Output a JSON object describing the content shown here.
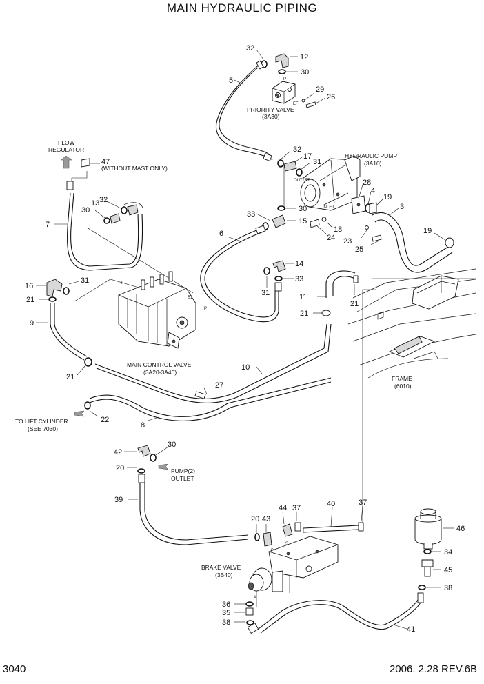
{
  "page": {
    "title": "MAIN HYDRAULIC PIPING",
    "page_number": "3040",
    "revision": "2006. 2.28 REV.6B"
  },
  "component_labels": {
    "priority_valve": "PRIORITY VALVE",
    "priority_valve_ref": "(3A30)",
    "flow_regulator": "FLOW",
    "flow_regulator_2": "REGULATOR",
    "without_mast": "(WITHOUT MAST ONLY)",
    "hydraulic_pump": "HYDRAULIC PUMP",
    "hydraulic_pump_ref": "(3A10)",
    "main_control_valve": "MAIN CONTROL VALVE",
    "main_control_valve_ref": "(3A20-3A40)",
    "frame": "FRAME",
    "frame_ref": "(6010)",
    "to_lift_cylinder": "TO LIFT CYLINDER",
    "to_lift_cylinder_ref": "(SEE 7030)",
    "pump2": "PUMP(2)",
    "pump2_outlet": "OUTLET",
    "brake_valve": "BRAKE VALVE",
    "brake_valve_ref": "(3B40)"
  },
  "port_marks": {
    "outlet": "OUTLET",
    "inlet": "INLET",
    "p": "P",
    "ef": "EF",
    "t": "T",
    "b1": "B1",
    "mcv_p": "P",
    "bv_p": "P",
    "bv_s": "S",
    "bv_a": "A"
  },
  "callouts": {
    "c32a": "32",
    "c12": "12",
    "c30a": "30",
    "c5": "5",
    "c29": "29",
    "c26": "26",
    "c32b": "32",
    "c17": "17",
    "c31a": "31",
    "c47": "47",
    "c13": "13",
    "c32c": "32",
    "c30b": "30",
    "c7": "7",
    "c28": "28",
    "c4": "4",
    "c19a": "19",
    "c3": "3",
    "c30c": "30",
    "c33a": "33",
    "c15": "15",
    "c18": "18",
    "c24": "24",
    "c23": "23",
    "c25": "25",
    "c19b": "19",
    "c6": "6",
    "c14": "14",
    "c33b": "33",
    "c31b": "31",
    "c16": "16",
    "c31c": "31",
    "c21a": "21",
    "c9": "9",
    "c11": "11",
    "c21b": "21",
    "c21c": "21",
    "c21d": "21",
    "c10": "10",
    "c27": "27",
    "c22": "22",
    "c8": "8",
    "c42": "42",
    "c30d": "30",
    "c20a": "20",
    "c39": "39",
    "c44": "44",
    "c37a": "37",
    "c40": "40",
    "c37b": "37",
    "c20b": "20",
    "c43": "43",
    "c46": "46",
    "c34": "34",
    "c45": "45",
    "c38a": "38",
    "c36": "36",
    "c35": "35",
    "c38b": "38",
    "c41": "41"
  }
}
